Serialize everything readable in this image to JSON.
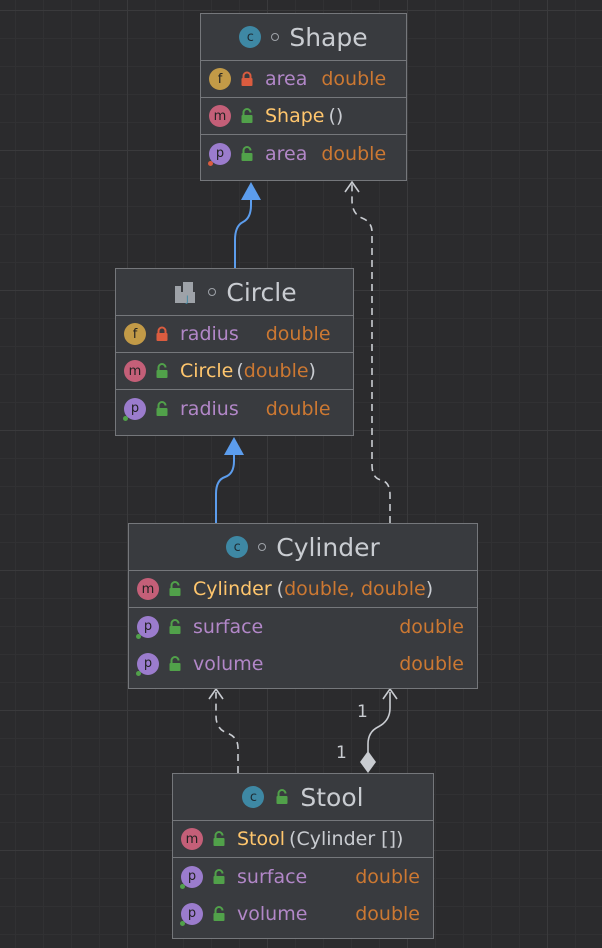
{
  "classes": {
    "shape": {
      "name": "Shape",
      "field": {
        "name": "area",
        "type": "double"
      },
      "constructor": {
        "name": "Shape",
        "params": "()"
      },
      "property": {
        "name": "area",
        "type": "double"
      }
    },
    "circle": {
      "name": "Circle",
      "field": {
        "name": "radius",
        "type": "double"
      },
      "constructor": {
        "name": "Circle",
        "open": "(",
        "param": "double",
        "close": ")"
      },
      "property": {
        "name": "radius",
        "type": "double"
      }
    },
    "cylinder": {
      "name": "Cylinder",
      "constructor": {
        "name": "Cylinder",
        "open": "(",
        "param1": "double",
        "sep": ", ",
        "param2": "double",
        "close": ")"
      },
      "properties": [
        {
          "name": "surface",
          "type": "double"
        },
        {
          "name": "volume",
          "type": "double"
        }
      ]
    },
    "stool": {
      "name": "Stool",
      "constructor": {
        "name": "Stool",
        "params": "(Cylinder [])"
      },
      "properties": [
        {
          "name": "surface",
          "type": "double"
        },
        {
          "name": "volume",
          "type": "double"
        }
      ]
    }
  },
  "badges": {
    "class": "c",
    "field": "f",
    "method": "m",
    "property": "p"
  },
  "multiplicities": {
    "stool_side": "1",
    "cylinder_side": "1"
  },
  "colors": {
    "background": "#2b2b2d",
    "node": "#393b3f",
    "inheritance": "#5c9ded",
    "dependency": "#c9ccd1",
    "field_name": "#b287c8",
    "method_name": "#ffc66d",
    "type": "#cc7832"
  }
}
